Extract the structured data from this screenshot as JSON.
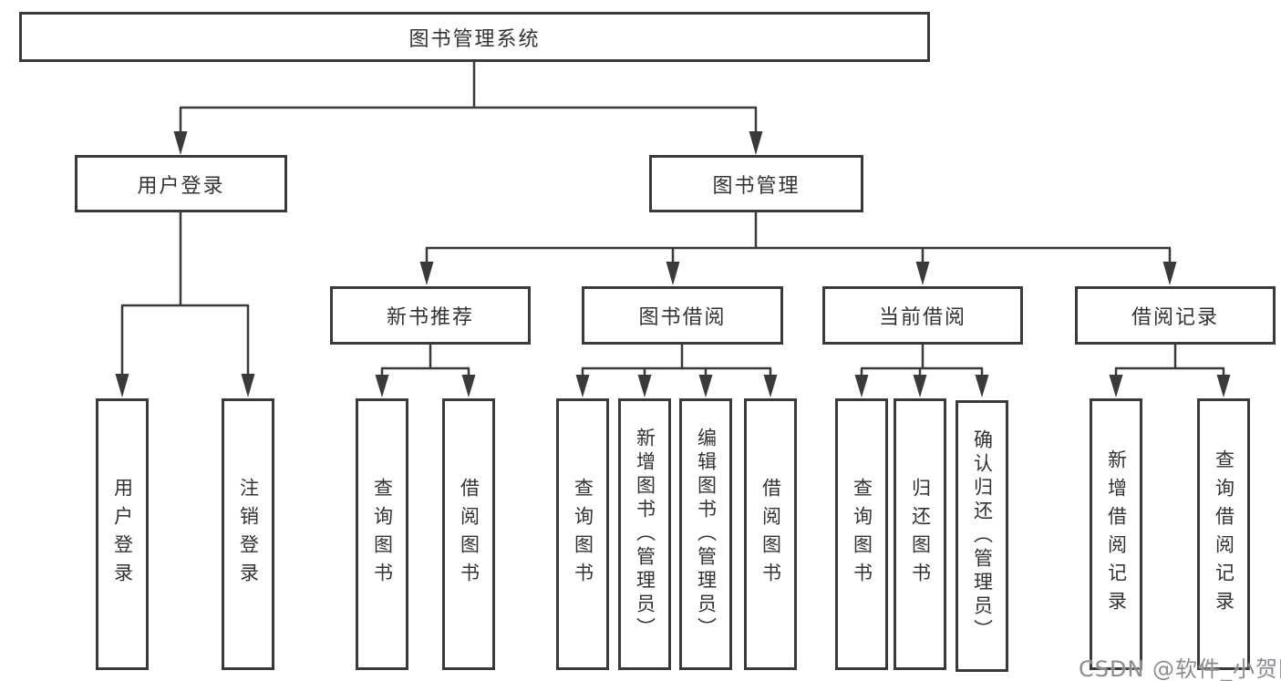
{
  "colors": {
    "line": "#3a3a3a",
    "text": "#333333",
    "watermark": "#898d93",
    "background": "#ffffff"
  },
  "watermark": {
    "text": "CSDN @软件_小贺同学"
  },
  "tree": {
    "label": "图书管理系统",
    "children": [
      {
        "label": "用户登录",
        "children": [
          {
            "label": "用户登录"
          },
          {
            "label": "注销登录"
          }
        ]
      },
      {
        "label": "图书管理",
        "children": [
          {
            "label": "新书推荐",
            "children": [
              {
                "label": "查询图书"
              },
              {
                "label": "借阅图书"
              }
            ]
          },
          {
            "label": "图书借阅",
            "children": [
              {
                "label": "查询图书"
              },
              {
                "label": "新增图书（管理员）"
              },
              {
                "label": "编辑图书（管理员）"
              },
              {
                "label": "借阅图书"
              }
            ]
          },
          {
            "label": "当前借阅",
            "children": [
              {
                "label": "查询图书"
              },
              {
                "label": "归还图书"
              },
              {
                "label": "确认归还（管理员）"
              }
            ]
          },
          {
            "label": "借阅记录",
            "children": [
              {
                "label": "新增借阅记录"
              },
              {
                "label": "查询借阅记录"
              }
            ]
          }
        ]
      }
    ]
  }
}
